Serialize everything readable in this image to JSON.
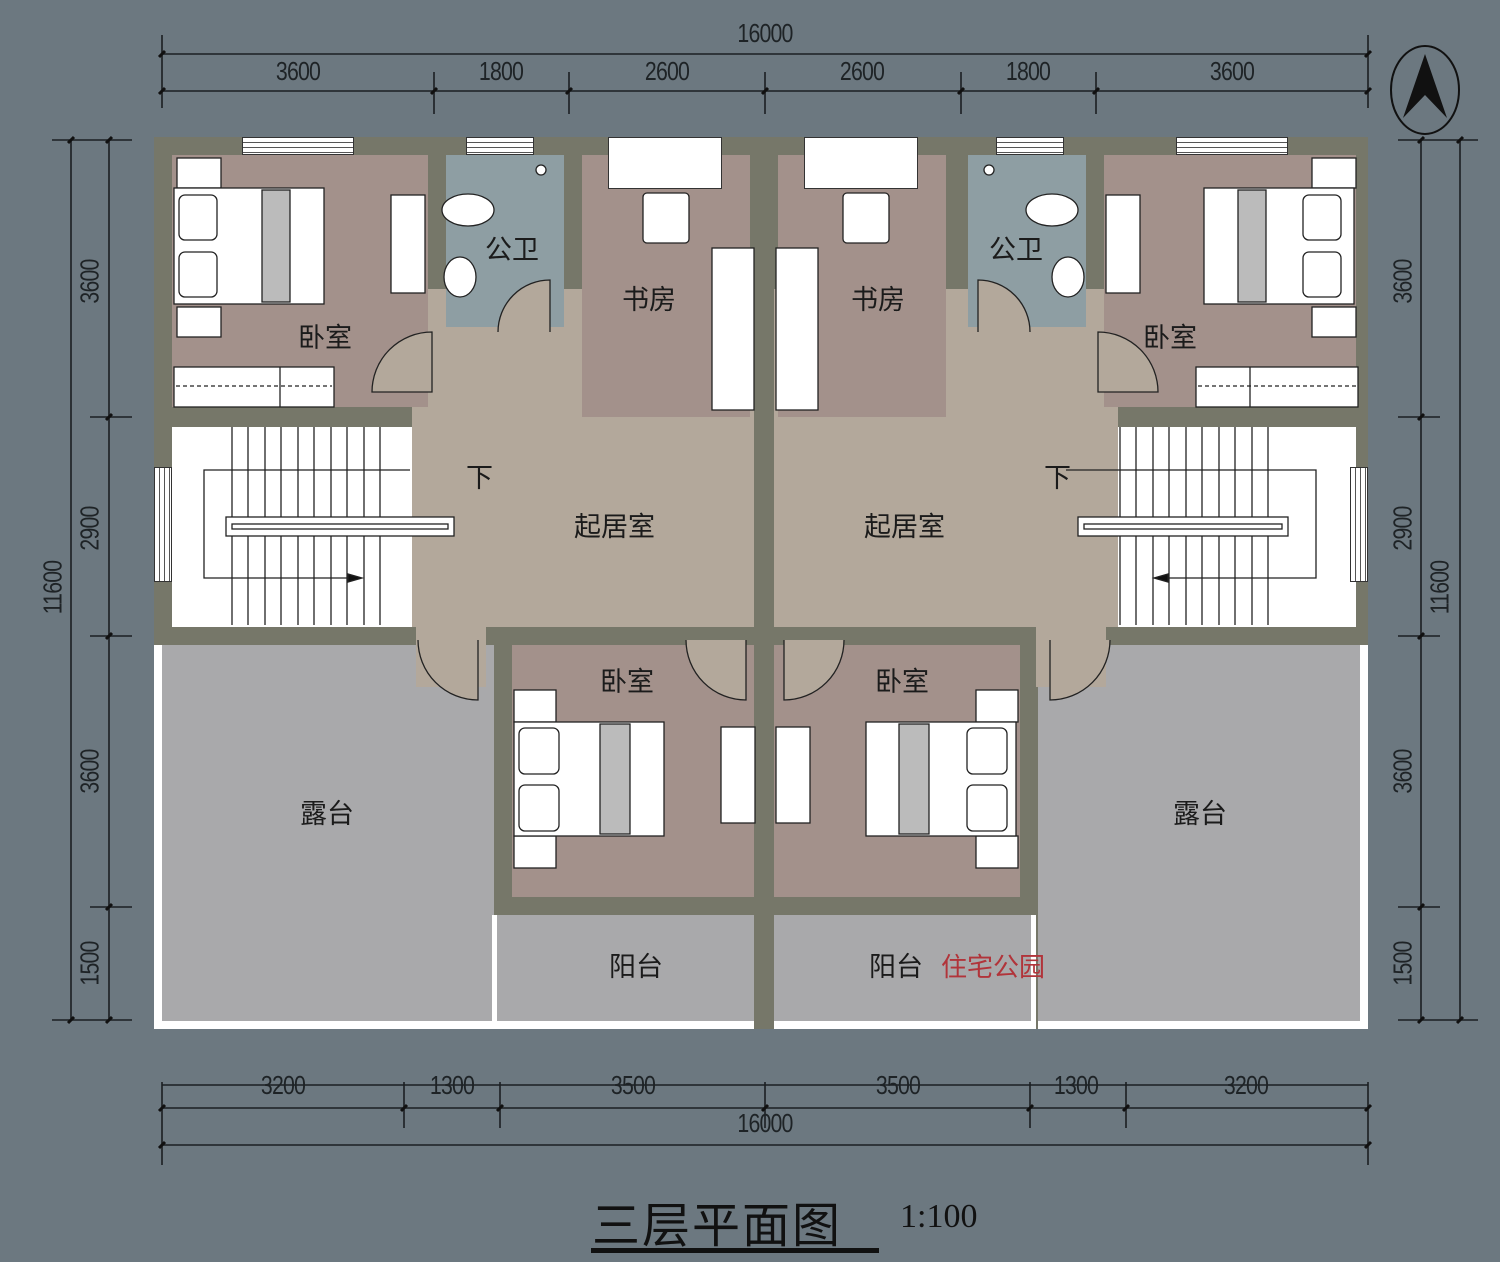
{
  "drawing": {
    "title": "三层平面图",
    "scale": "1:100",
    "watermark": "住宅公园",
    "north_arrow": "north-arrow-icon"
  },
  "dimensions": {
    "top_total": "16000",
    "top": [
      "3600",
      "1800",
      "2600",
      "2600",
      "1800",
      "3600"
    ],
    "bottom": [
      "3200",
      "1300",
      "3500",
      "3500",
      "1300",
      "3200"
    ],
    "bottom_total": "16000",
    "left_total": "11600",
    "left": [
      "3600",
      "2900",
      "3600",
      "1500"
    ],
    "right": [
      "3600",
      "2900",
      "3600",
      "1500"
    ],
    "right_total": "11600"
  },
  "rooms": {
    "bedroom_nw": "卧室",
    "wc_w": "公卫",
    "study_w": "书房",
    "study_e": "书房",
    "wc_e": "公卫",
    "bedroom_ne": "卧室",
    "living_w": "起居室",
    "living_e": "起居室",
    "stair_w_down": "下",
    "stair_e_down": "下",
    "bedroom_sw": "卧室",
    "bedroom_se": "卧室",
    "terrace_w": "露台",
    "terrace_e": "露台",
    "balcony_w": "阳台",
    "balcony_e": "阳台"
  },
  "colors": {
    "background": "#6c7880",
    "wall": "#767769",
    "bedroom_floor": "#a3918b",
    "living_floor": "#b3a89b",
    "wc_floor": "#8e9ea3",
    "terrace_floor": "#a9a9ab",
    "watermark": "#b1343a"
  }
}
